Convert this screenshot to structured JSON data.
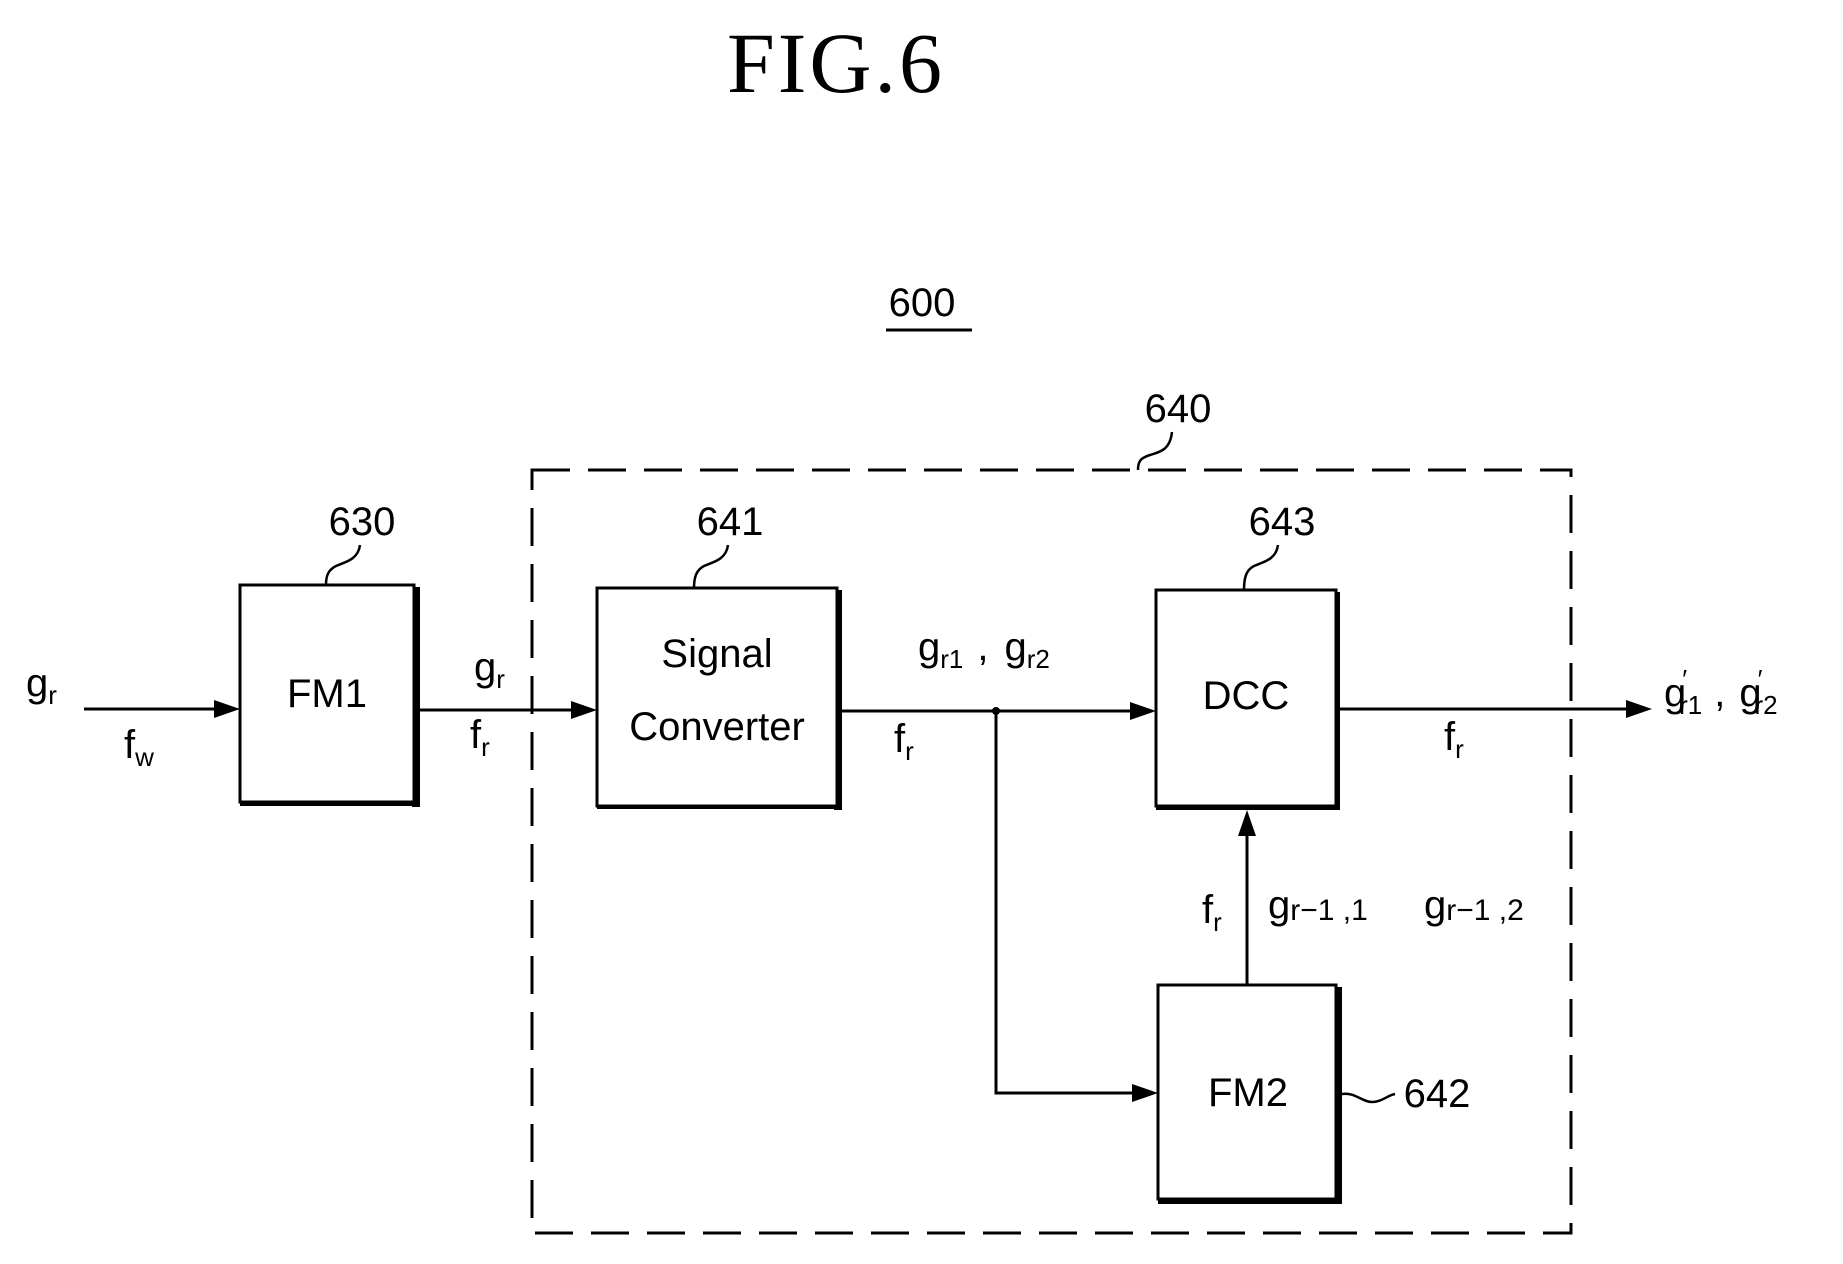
{
  "figure": {
    "title": "FIG.6",
    "system_ref": "600",
    "group_ref": "640"
  },
  "blocks": [
    {
      "id": "fm1",
      "label": "FM1",
      "ref": "630"
    },
    {
      "id": "signal-converter",
      "label_line1": "Signal",
      "label_line2": "Converter",
      "ref": "641"
    },
    {
      "id": "dcc",
      "label": "DCC",
      "ref": "643"
    },
    {
      "id": "fm2",
      "label": "FM2",
      "ref": "642"
    }
  ],
  "signals": {
    "input_top": {
      "base": "g",
      "sub": "r"
    },
    "input_bottom": {
      "base": "f",
      "sub": "w"
    },
    "fm1_out_top": {
      "base": "g",
      "sub": "r"
    },
    "fm1_out_bottom": {
      "base": "f",
      "sub": "r"
    },
    "sc_out_top_1": {
      "base": "g",
      "sub": "r1"
    },
    "sc_out_sep": ",",
    "sc_out_top_2": {
      "base": "g",
      "sub": "r2"
    },
    "sc_out_bottom": {
      "base": "f",
      "sub": "r"
    },
    "dcc_out_top_1": {
      "base": "g",
      "prime": "′",
      "sub": "r1"
    },
    "dcc_out_sep": ",",
    "dcc_out_top_2": {
      "base": "g",
      "prime": "′",
      "sub": "r2"
    },
    "dcc_out_bottom": {
      "base": "f",
      "sub": "r"
    },
    "feedback_left": {
      "base": "f",
      "sub": "r"
    },
    "feedback_right_1": {
      "base": "g",
      "sub": "r−1 ,1"
    },
    "feedback_right_2": {
      "base": "g",
      "sub": "r−1 ,2"
    }
  }
}
